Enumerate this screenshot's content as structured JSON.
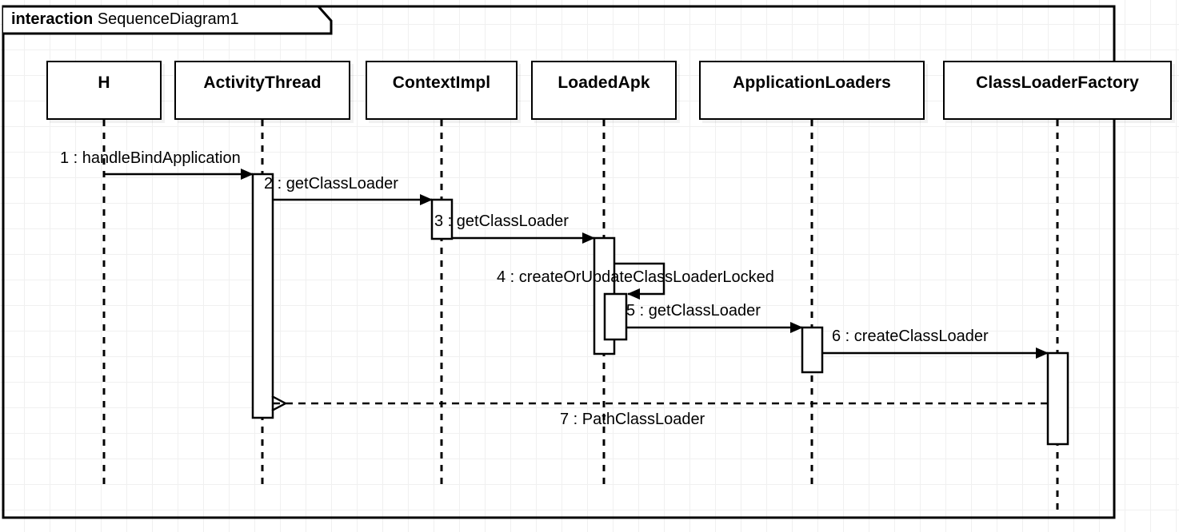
{
  "diagram": {
    "type": "uml-sequence-diagram",
    "frame": {
      "keyword": "interaction",
      "name": "SequenceDiagram1"
    },
    "lifelines": [
      {
        "id": "h",
        "name": "H"
      },
      {
        "id": "activitythread",
        "name": "ActivityThread"
      },
      {
        "id": "contextimpl",
        "name": "ContextImpl"
      },
      {
        "id": "loadedapk",
        "name": "LoadedApk"
      },
      {
        "id": "applicationloaders",
        "name": "ApplicationLoaders"
      },
      {
        "id": "classloaderfactory",
        "name": "ClassLoaderFactory"
      }
    ],
    "messages": [
      {
        "seq": "1",
        "label": "1 : handleBindApplication",
        "from": "h",
        "to": "activitythread",
        "kind": "call"
      },
      {
        "seq": "2",
        "label": "2 : getClassLoader",
        "from": "activitythread",
        "to": "contextimpl",
        "kind": "call"
      },
      {
        "seq": "3",
        "label": "3 : getClassLoader",
        "from": "contextimpl",
        "to": "loadedapk",
        "kind": "call"
      },
      {
        "seq": "4",
        "label": "4 : createOrUpdateClassLoaderLocked",
        "from": "loadedapk",
        "to": "loadedapk",
        "kind": "self-call"
      },
      {
        "seq": "5",
        "label": "5 : getClassLoader",
        "from": "loadedapk",
        "to": "applicationloaders",
        "kind": "call"
      },
      {
        "seq": "6",
        "label": "6 : createClassLoader",
        "from": "applicationloaders",
        "to": "classloaderfactory",
        "kind": "call"
      },
      {
        "seq": "7",
        "label": "7 : PathClassLoader",
        "from": "classloaderfactory",
        "to": "activitythread",
        "kind": "return"
      }
    ],
    "colors": {
      "stroke": "#000000",
      "fill": "#ffffff",
      "grid": "#f0f0f0",
      "shadow": "rgba(0,0,0,0.055)"
    }
  }
}
